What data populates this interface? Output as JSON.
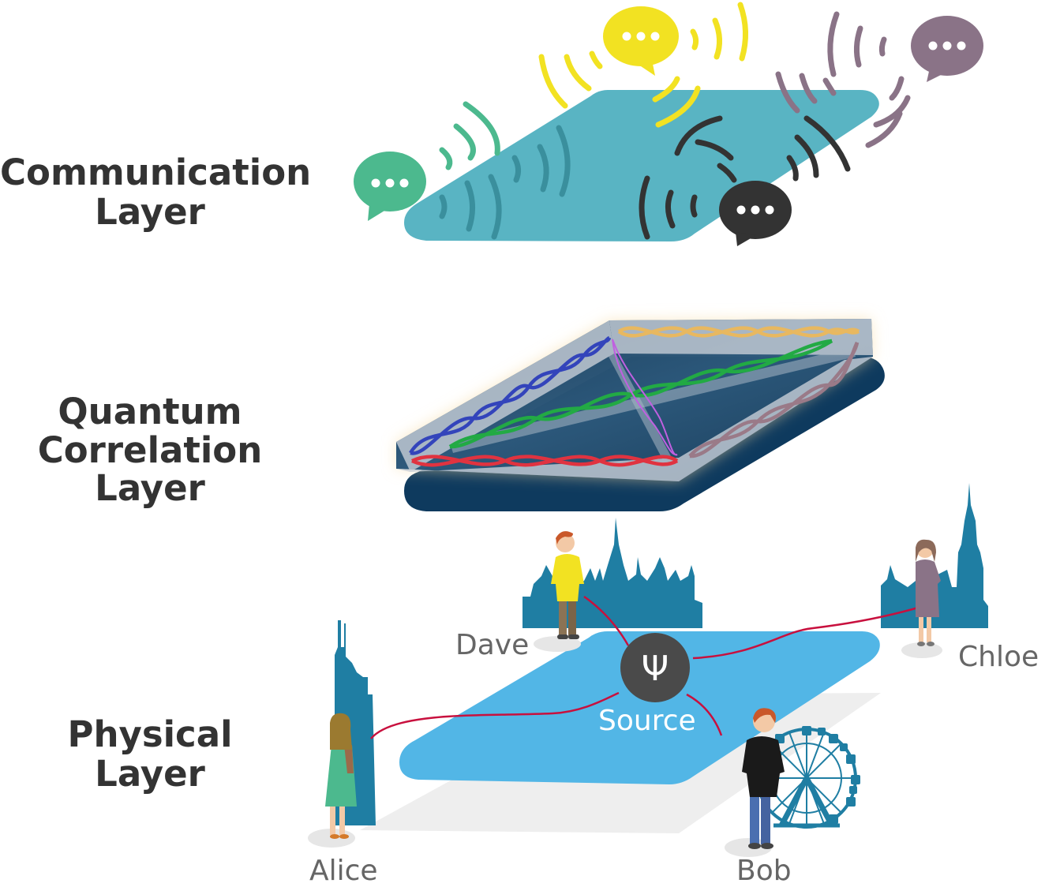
{
  "layers": {
    "communication": [
      "Communication",
      "Layer"
    ],
    "quantum": [
      "Quantum",
      "Correlation",
      "Layer"
    ],
    "physical": [
      "Physical",
      "Layer"
    ]
  },
  "people": {
    "dave": "Dave",
    "chloe": "Chloe",
    "alice": "Alice",
    "bob": "Bob"
  },
  "source": {
    "label": "Source",
    "symbol": "Ψ"
  },
  "colors": {
    "label_text": "#333333",
    "name_text": "#666666",
    "comm_plane": "#59b4c3",
    "quantum_plane": "#0e3a5e",
    "physical_plane": "#52b6e6",
    "city_silhouette": "#1f7ea3",
    "link_line": "#c8103e",
    "bubble_green": "#4cb98e",
    "bubble_yellow": "#f2e222",
    "bubble_purple": "#8a7387",
    "bubble_black": "#333333",
    "strand_blue": "#3344bb",
    "strand_green": "#22aa44",
    "strand_red": "#e03340",
    "strand_tan": "#e8b860",
    "strand_mauve": "#9a7a88",
    "strand_violet": "#c060e0"
  }
}
